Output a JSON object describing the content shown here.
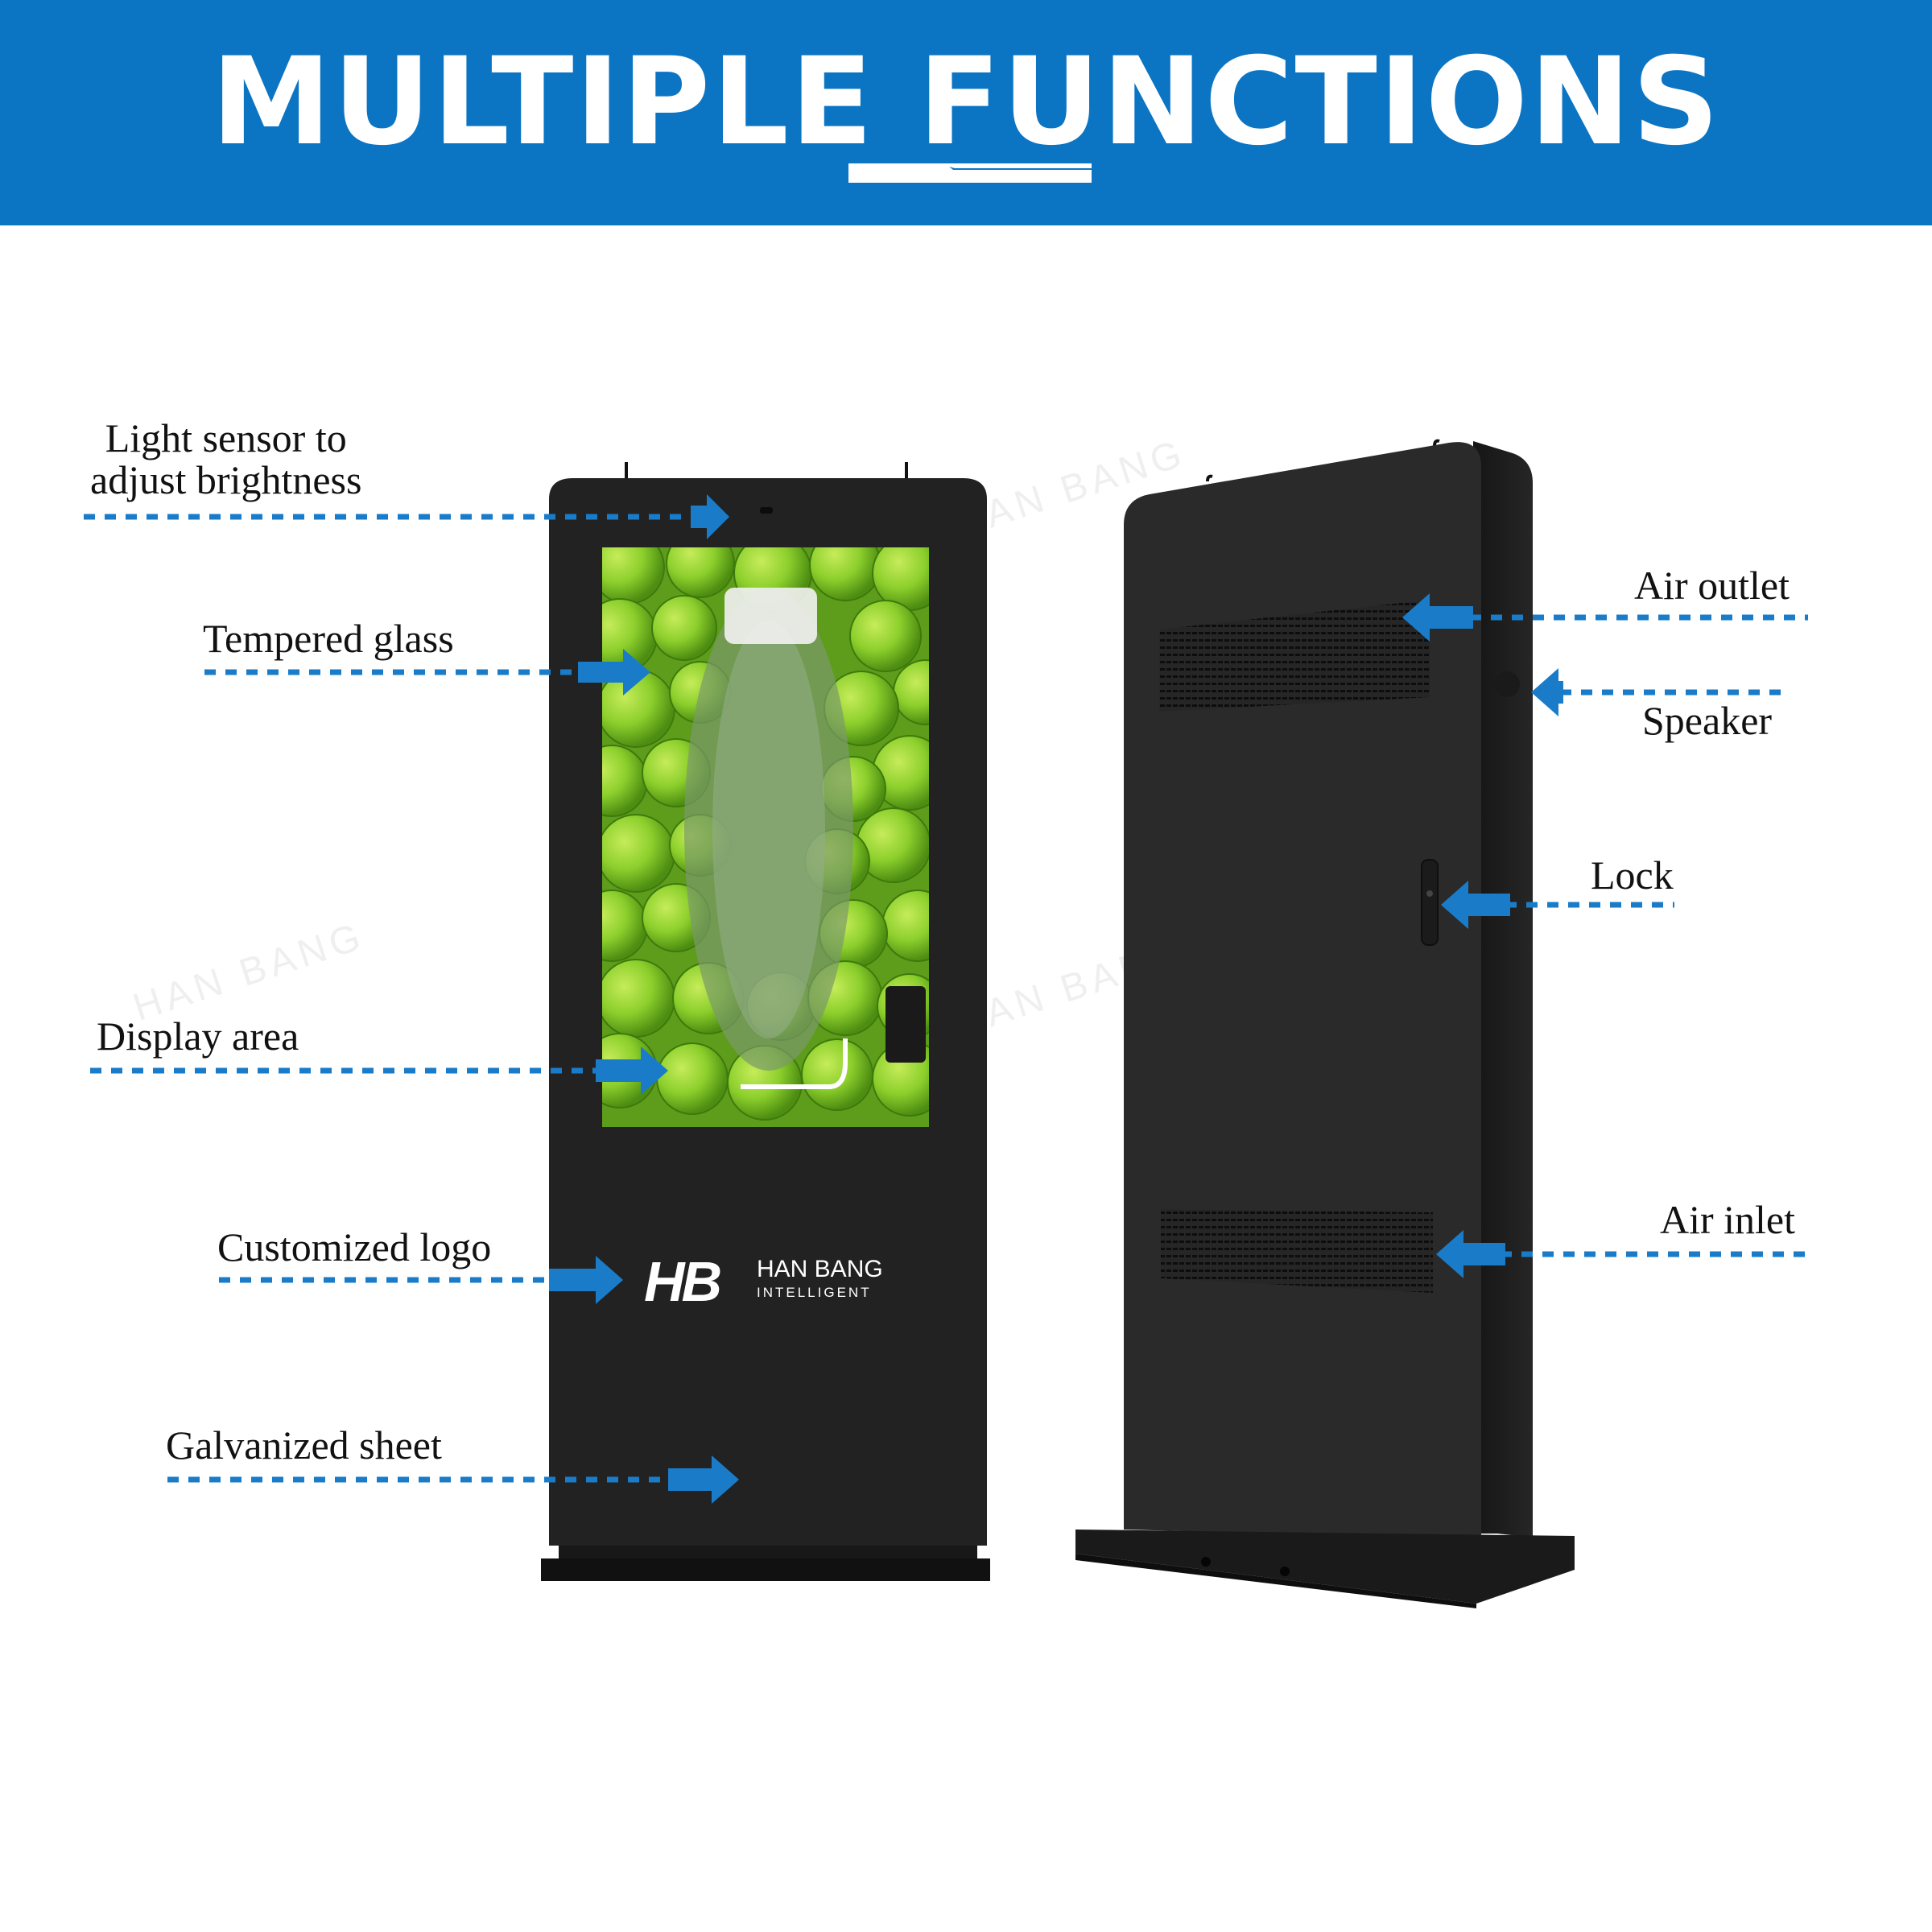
{
  "header": {
    "title": "MULTIPLE FUNCTIONS",
    "background": "#0b75c4"
  },
  "callouts": {
    "light_sensor": "Light sensor to\nadjust brightness",
    "tempered_glass": "Tempered glass",
    "display_area": "Display area",
    "customized_logo": "Customized logo",
    "galvanized_sheet": "Galvanized sheet",
    "air_outlet": "Air outlet",
    "speaker": "Speaker",
    "lock": "Lock",
    "air_inlet": "Air inlet",
    "arrow_color": "#1a7cc9"
  },
  "brand": {
    "mark": "HB",
    "name": "HAN BANG",
    "tagline": "INTELLIGENT"
  },
  "kiosk": {
    "body_color": "#1f1f1f",
    "screen_content": "green-limes-photo"
  }
}
